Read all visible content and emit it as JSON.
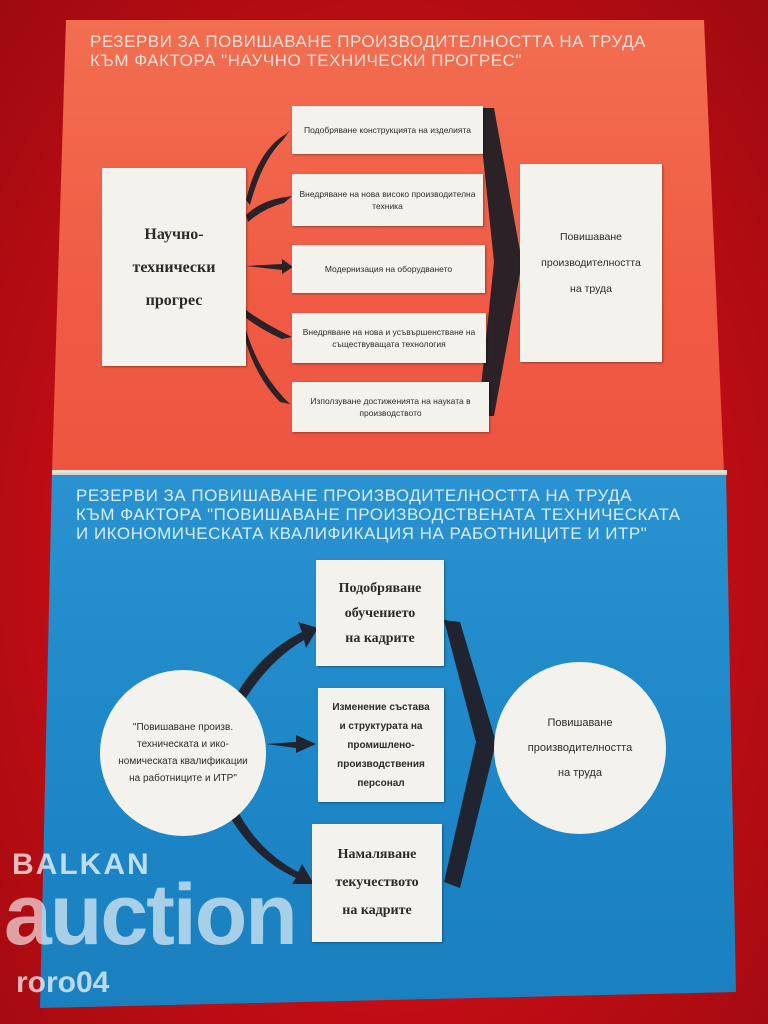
{
  "top": {
    "heading_line1": "Резерви за повишаване производителността на труда",
    "heading_line2": "към фактора \"Научно технически прогрес\"",
    "source_box": [
      "Научно-",
      "технически",
      "прогрес"
    ],
    "factors": [
      "Подобряване конструкцията на изделията",
      "Внедряване на нова високо производителна техника",
      "Модернизация на оборудването",
      "Внедряване на нова и усъвършенстване на съществуващата технология",
      "Използуване достиженията на науката в производството"
    ],
    "result_box": [
      "Повишаване",
      "производителността",
      "на труда"
    ]
  },
  "bottom": {
    "heading_line1": "Резерви за повишаване производителността на труда",
    "heading_line2": "към фактора \"Повишаване производствената техническата",
    "heading_line3": "и икономическата квалификация на работниците и ИТР\"",
    "source_circle": [
      "\"Повишаване произв.",
      "техническата и ико-",
      "номическата квалификации",
      "на работниците и ИТР\""
    ],
    "factor_1": [
      "Подобряване",
      "обучението",
      "на кадрите"
    ],
    "factor_2": [
      "Изменение състава",
      "и структурата на",
      "промишлено-",
      "производствения",
      "персонал"
    ],
    "factor_3": [
      "Намаляване",
      "текучеството",
      "на кадрите"
    ],
    "result_circle": [
      "Повишаване",
      "производителността",
      "на труда"
    ]
  },
  "watermark": {
    "brand_small": "BALKAN",
    "brand_big": "auction",
    "user": "roro04"
  },
  "colors": {
    "background": "#c20d15",
    "top_sheet": "#f05b45",
    "bottom_sheet": "#1e88c8",
    "box": "#f4f2ec",
    "arrow": "#1f2430"
  }
}
